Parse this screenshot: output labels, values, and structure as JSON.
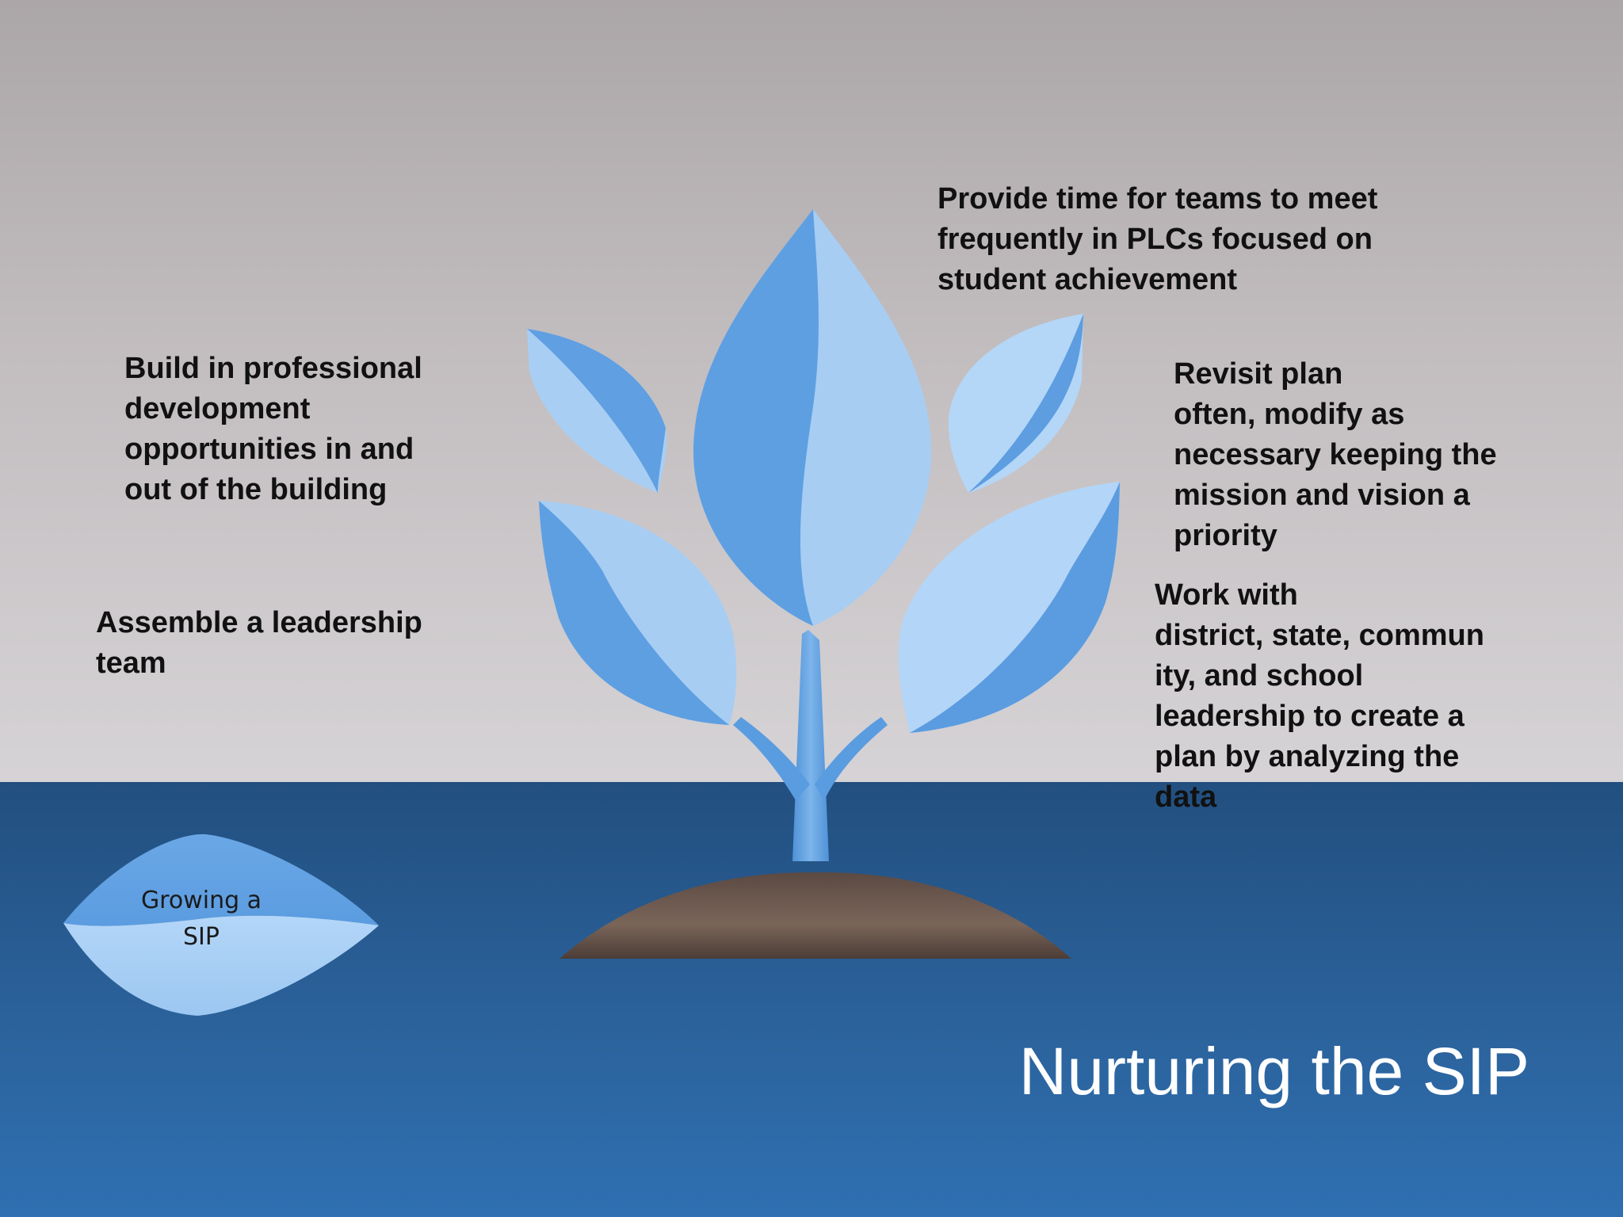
{
  "slide": {
    "title": "Nurturing the SIP",
    "badge_label": "Growing a\nSIP",
    "callouts": {
      "plc": "Provide time for teams to meet\nfrequently  in PLCs focused on\nstudent achievement",
      "professional_development": "Build in professional\ndevelopment\nopportunities in and\nout of the building",
      "leadership_team": "Assemble a leadership\nteam",
      "revisit_plan": "Revisit plan\noften, modify as\nnecessary keeping the\nmission and vision a\npriority",
      "work_with": "Work with\ndistrict, state, commun\nity, and school\nleadership to create a\nplan by analyzing the\ndata"
    }
  },
  "colors": {
    "sky_top": "#aba6a8",
    "sky_bottom": "#d6d3d6",
    "ground_top": "#224f7f",
    "ground_bottom": "#2f70b2",
    "leaf_dark": "#5f9fe0",
    "leaf_light": "#a9cff5",
    "soil": "#6e5a50",
    "title_text": "#ffffff",
    "callout_text": "#111111"
  }
}
